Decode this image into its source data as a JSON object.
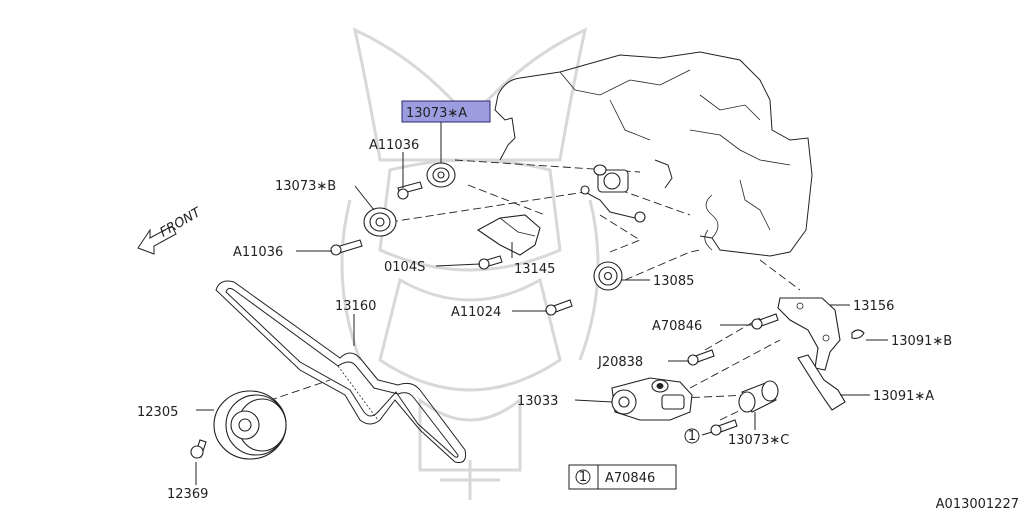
{
  "labels": {
    "p13073a": "13073∗A",
    "a11036_top": "A11036",
    "p13073b": "13073∗B",
    "a11036_left": "A11036",
    "front": "FRONT",
    "p0104s": "0104S",
    "p13145": "13145",
    "p13085": "13085",
    "a11024": "A11024",
    "p13156": "13156",
    "a70846": "A70846",
    "p13091b": "13091∗B",
    "j20838": "J20838",
    "p13160": "13160",
    "p13033": "13033",
    "p13091a": "13091∗A",
    "p12305": "12305",
    "circle_one": "1",
    "p13073c": "13073∗C",
    "p12369": "12369",
    "legend_num": "1",
    "legend_code": "A70846",
    "diagram_id": "A013001227"
  },
  "colors": {
    "highlight_fill": "#9c9ce0",
    "highlight_stroke": "#2a2a6a",
    "ink": "#222222",
    "watermark": "#d8d8d8"
  }
}
